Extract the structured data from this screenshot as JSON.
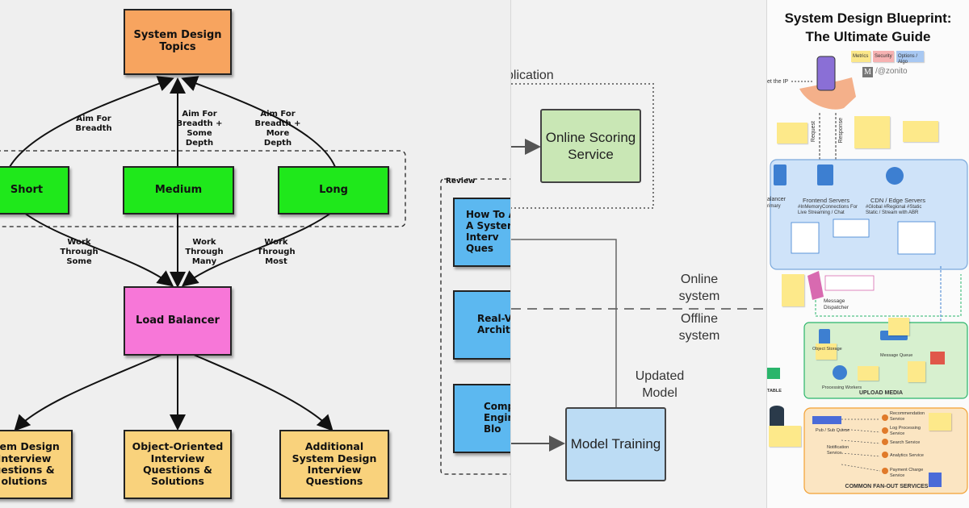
{
  "panel1": {
    "top_box": "System Design Topics",
    "aim_breadth": "Aim For Breadth",
    "aim_breadth_depth": "Aim For Breadth + Some Depth",
    "aim_breadth_more_depth": "Aim For Breadth + More Depth",
    "short": "Short",
    "medium": "Medium",
    "long": "Long",
    "work_some": "Work Through Some",
    "work_many": "Work Through Many",
    "work_most": "Work Through Most",
    "load_balancer": "Load Balancer",
    "bottom_left": "stem Design Interview uestions & olutions",
    "bottom_mid": "Object-Oriented Interview Questions & Solutions",
    "bottom_right": "Additional System Design Interview Questions",
    "review": "Review",
    "review_card_1": "How To A A Syster Interv Ques",
    "review_card_2": "Real-V Archite",
    "review_card_3": "Comp Engine Blo",
    "colors": {
      "orange": "#f7a45f",
      "green": "#1fe81b",
      "pink": "#f777d8",
      "yellow": "#f9d27c",
      "blue": "#5cb8f0"
    }
  },
  "panel2": {
    "application_fragment": "plication",
    "online_scoring": "Online Scoring Service",
    "online_system": "Online system",
    "offline_system": "Offline system",
    "updated_model": "Updated Model",
    "model_training": "Model Training",
    "colors": {
      "green_box": "#c9e7b5",
      "blue_box": "#bcdcf4"
    }
  },
  "panel3": {
    "title_line1": "System Design Blueprint:",
    "title_line2": "The Ultimate Guide",
    "tag_metrics": "Metrics",
    "tag_security": "Security",
    "tag_options": "Options / Algo",
    "author": "/@zonito",
    "get_ip": "et the IP",
    "request": "Request",
    "response": "Response",
    "frontend_servers": "Frontend Servers",
    "frontend_sub": "#InMemoryConnections For Live Streaming / Chat",
    "cdn": "CDN / Edge Servers",
    "cdn_sub": "#Global #Regional #Static Static / Stream with ABR",
    "balancer": "alancer",
    "balancer_sub": "rimary",
    "message_dispatcher": "Message Dispatcher",
    "object_storage": "Object Storage",
    "message_queue": "Message Queue",
    "processing_workers": "Processing Workers",
    "upload_media": "UPLOAD MEDIA",
    "table": "TABLE",
    "pubsub": "Pub / Sub Queue",
    "notification": "Notification Service",
    "recommendation": "Recommendation Service",
    "log_processing": "Log Processing Service",
    "search": "Search Service",
    "analytics": "Analytics Service",
    "payment": "Payment Charge Service",
    "fanout": "COMMON FAN-OUT SERVICES"
  }
}
